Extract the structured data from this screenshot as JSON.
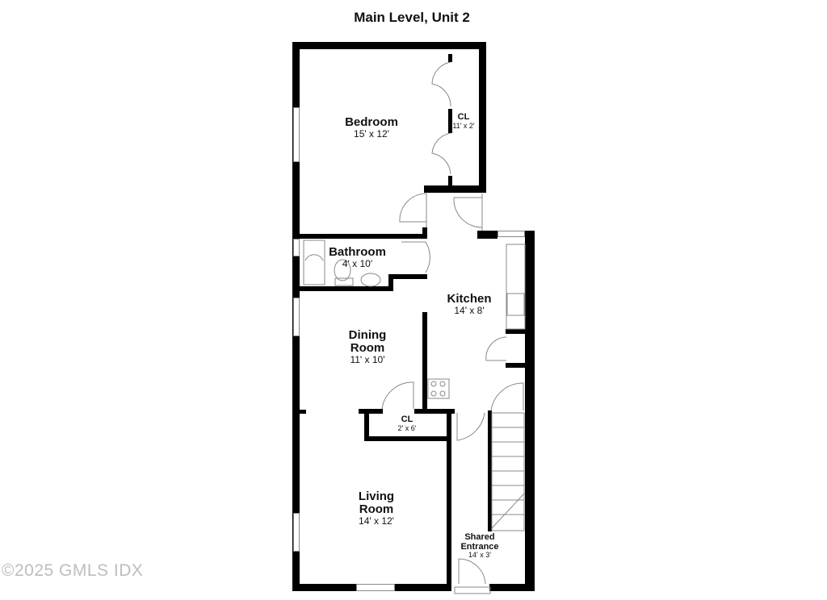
{
  "title": "Main Level, Unit 2",
  "rooms": {
    "bedroom": {
      "name": "Bedroom",
      "dims": "15' x 12'"
    },
    "bedroom_closet": {
      "name": "CL",
      "dims": "11' x 2'"
    },
    "bathroom": {
      "name": "Bathroom",
      "dims": "4' x 10'"
    },
    "kitchen": {
      "name": "Kitchen",
      "dims": "14' x 8'"
    },
    "dining": {
      "name": "Dining",
      "name2": "Room",
      "dims": "11' x 10'"
    },
    "dining_closet": {
      "name": "CL",
      "dims": "2' x 6'"
    },
    "living": {
      "name": "Living",
      "name2": "Room",
      "dims": "14' x 12'"
    },
    "entrance": {
      "name": "Shared",
      "name2": "Entrance",
      "dims": "14' x 3'"
    }
  },
  "watermark": "©2025 GMLS IDX",
  "colors": {
    "wall": "#000000",
    "fixture_line": "#888888",
    "background": "#ffffff"
  }
}
